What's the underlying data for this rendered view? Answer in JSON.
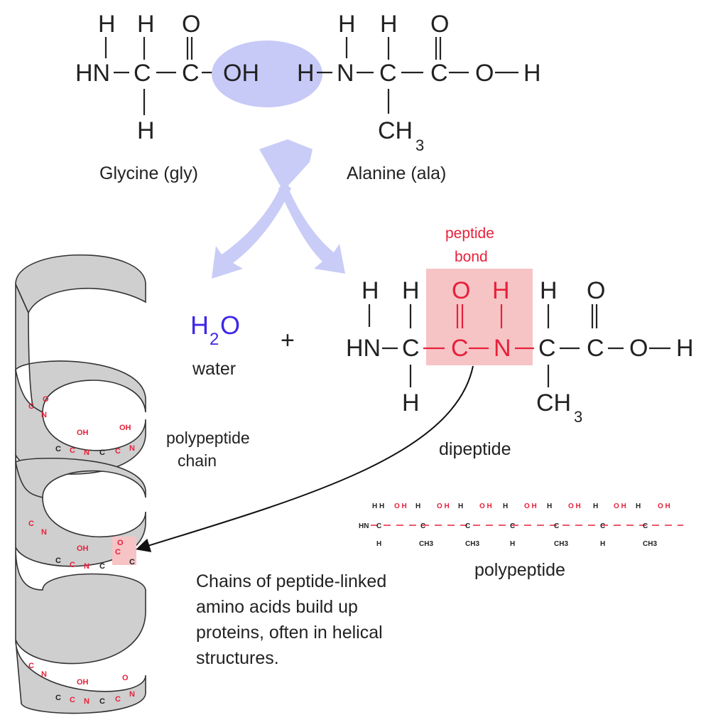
{
  "molecules": {
    "glycine_name": "Glycine (gly)",
    "alanine_name": "Alanine (ala)",
    "water_label": "water",
    "plus_sign": "+",
    "dipeptide_label": "dipeptide",
    "polypeptide_label": "polypeptide",
    "polypeptide_chain_label": [
      "polypeptide",
      "chain"
    ]
  },
  "peptide_bond_label": [
    "peptide",
    "bond"
  ],
  "caption": "Chains of peptide-linked amino acids build up proteins, often in helical structures.",
  "atoms": {
    "H": "H",
    "O": "O",
    "C": "C",
    "N": "N",
    "HN": "HN",
    "OH": "OH",
    "H2O_main": "H",
    "H2O_sub": "2",
    "H2O_end": "O",
    "CH": "CH",
    "CH_sub": "3"
  },
  "colors": {
    "peptide_red": "#e8203a",
    "highlight_fill": "#f7c4c6",
    "oh_ellipse": "#c7c9f7",
    "arrow_fill": "#c9ccf6",
    "water_blue": "#3f27e8",
    "helix_fill": "#cfcfcf",
    "text": "#222222"
  }
}
